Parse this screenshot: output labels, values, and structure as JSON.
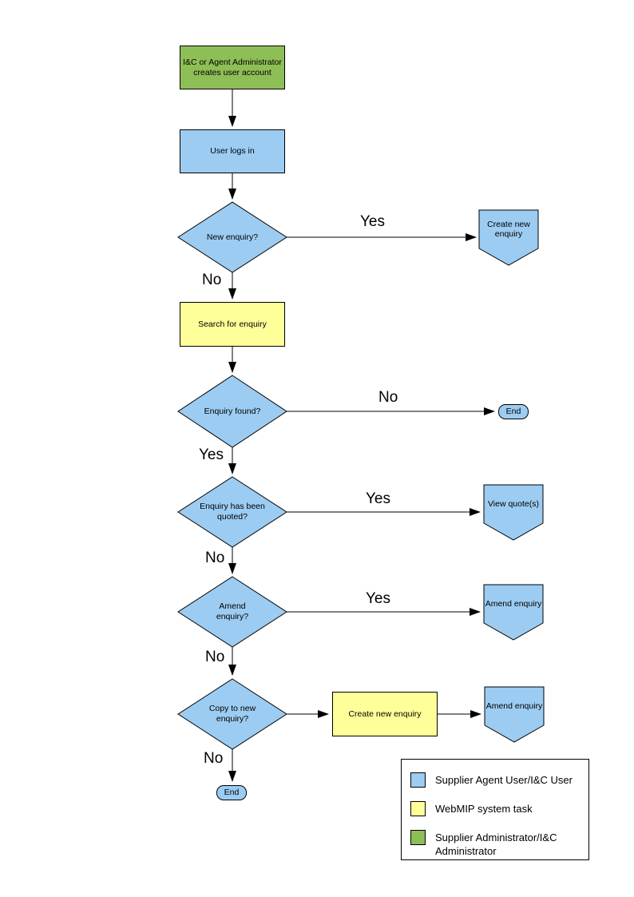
{
  "colors": {
    "user_task": "#9CCCF2",
    "system_task": "#FFFF99",
    "admin_task": "#8EBE56",
    "line": "#000000"
  },
  "nodes": {
    "admin_creates_account": "I&C or Agent Administrator creates user account",
    "user_logs_in": "User logs in",
    "new_enquiry_q": "New enquiry?",
    "create_new_enquiry_link": "Create new enquiry",
    "search_for_enquiry": "Search for enquiry",
    "enquiry_found_q": "Enquiry found?",
    "end_label": "End",
    "enquiry_quoted_q": "Enquiry has been quoted?",
    "view_quotes_link": "View quote(s)",
    "amend_enquiry_q": "Amend enquiry?",
    "amend_enquiry_link": "Amend enquiry",
    "copy_to_new_q": "Copy to new enquiry?",
    "create_new_enquiry_task": "Create new enquiry"
  },
  "labels": {
    "yes": "Yes",
    "no": "No"
  },
  "legend": {
    "items": [
      {
        "color": "#9CCCF2",
        "label": "Supplier Agent User/I&C User"
      },
      {
        "color": "#FFFF99",
        "label": "WebMIP system task"
      },
      {
        "color": "#8EBE56",
        "label": "Supplier Administrator/I&C Administrator"
      }
    ]
  }
}
